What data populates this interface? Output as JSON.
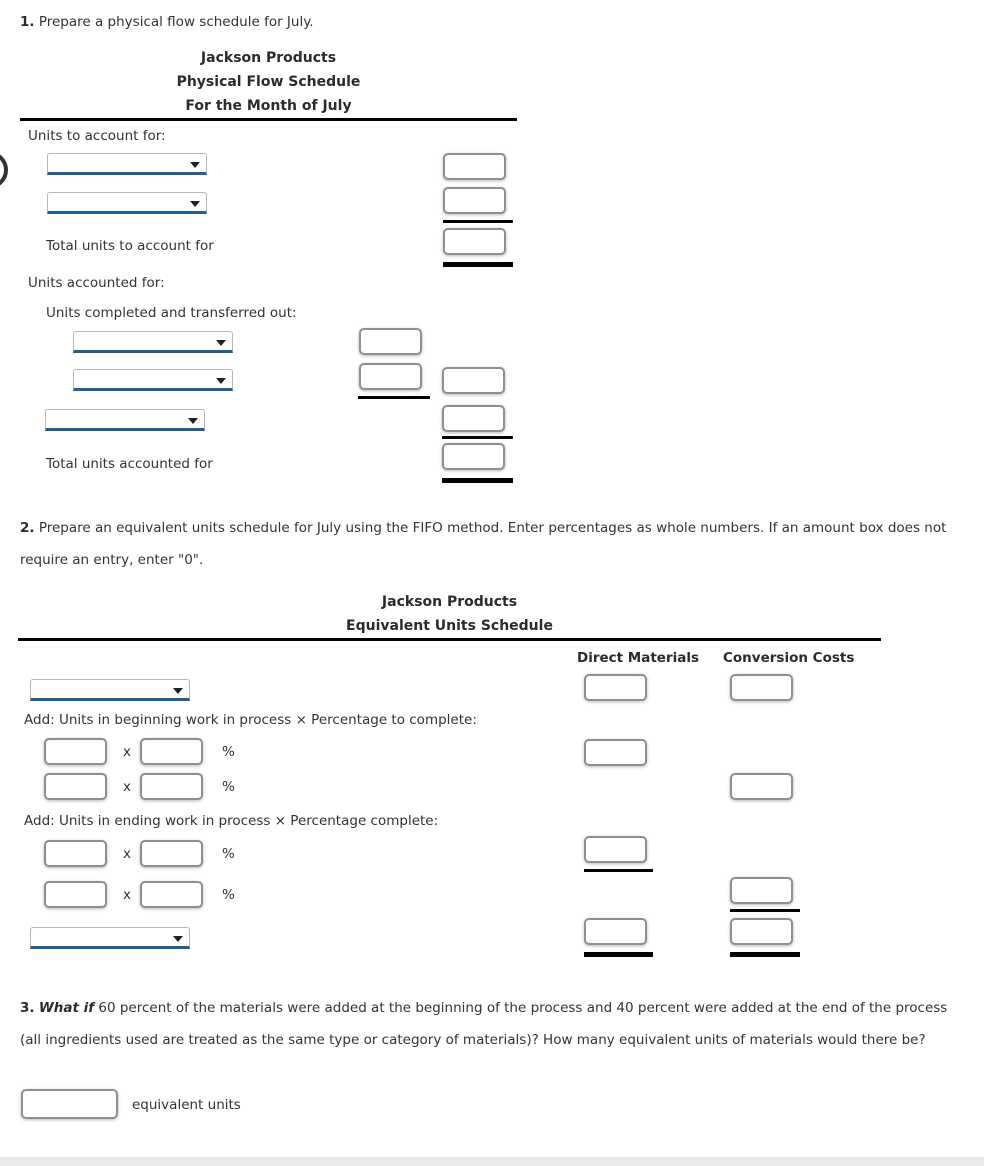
{
  "colors": {
    "accent_blue": "#20618f",
    "box_border": "#8f8f8f",
    "rule_black": "#000000",
    "footer_gray": "#e9e9e9"
  },
  "q1": {
    "number": "1.",
    "prompt": "Prepare a physical flow schedule for July.",
    "title": [
      "Jackson Products",
      "Physical Flow Schedule",
      "For the Month of July"
    ],
    "labels": {
      "units_to_account": "Units to account for:",
      "total_to_account": "Total units to account for",
      "units_accounted": "Units accounted for:",
      "completed_transferred": "Units completed and transferred out:",
      "total_accounted": "Total units accounted for"
    },
    "dropdowns": {
      "selected_value": ""
    },
    "inputs": {
      "value": ""
    }
  },
  "q2": {
    "number": "2.",
    "prompt": "Prepare an equivalent units schedule for July using the FIFO method. Enter percentages as whole numbers. If an amount box does not require an entry, enter \"0\".",
    "title": [
      "Jackson Products",
      "Equivalent Units Schedule"
    ],
    "columns": [
      "Direct Materials",
      "Conversion Costs"
    ],
    "labels": {
      "beginning_row": "Add: Units in beginning work in process × Percentage to complete:",
      "ending_row": "Add: Units in ending work in process × Percentage complete:",
      "times": "x",
      "percent": "%"
    },
    "dropdowns": {
      "selected_value": ""
    },
    "inputs": {
      "value": ""
    }
  },
  "q3": {
    "number": "3.",
    "emphasis": "What if",
    "rest": " 60 percent of the materials were added at the beginning of the process and 40 percent were added at the end of the process (all ingredients used are treated as the same type or category of materials)? How many equivalent units of materials would there be?",
    "answer_suffix": "equivalent units",
    "inputs": {
      "value": ""
    }
  }
}
